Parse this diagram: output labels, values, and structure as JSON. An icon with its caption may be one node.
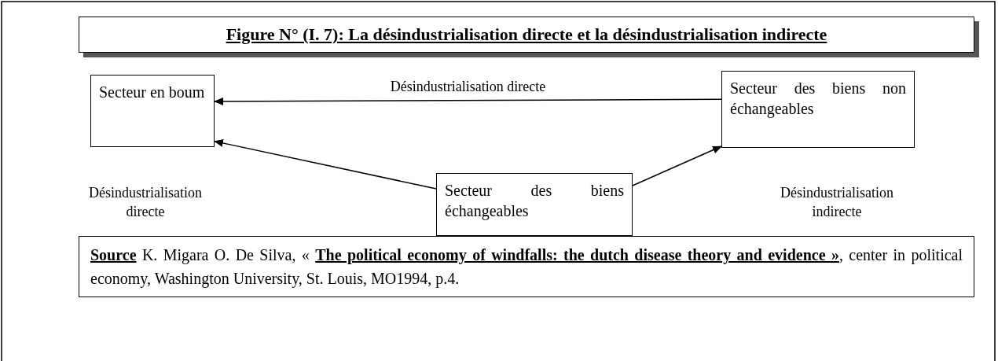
{
  "diagram": {
    "title": "Figure N° (I. 7): La désindustrialisation directe et la désindustrialisation indirecte",
    "caption": "**Source** K. Migara O. De Silva, « **The political economy of windfalls: the dutch disease  theory and evidence »**, center in political economy, Washington University, St. Louis, MO1994, p.4.",
    "nodes": [
      {
        "text": [
          "Secteur en boum"
        ]
      },
      {
        "text": [
          "Secteur des biens non échangeables"
        ]
      },
      {
        "text": [
          "Secteur des biens échangeables"
        ]
      }
    ],
    "edges": [
      {
        "from": 1,
        "to": 0,
        "arrow": "to",
        "label": "Désindustrialisation directe"
      },
      {
        "from": 2,
        "to": 0,
        "arrow": "to"
      },
      {
        "from": 2,
        "to": 1,
        "arrow": "to"
      }
    ],
    "labels": [
      "Désindustrialisation directe",
      "Désindustrialisation indirecte"
    ]
  }
}
